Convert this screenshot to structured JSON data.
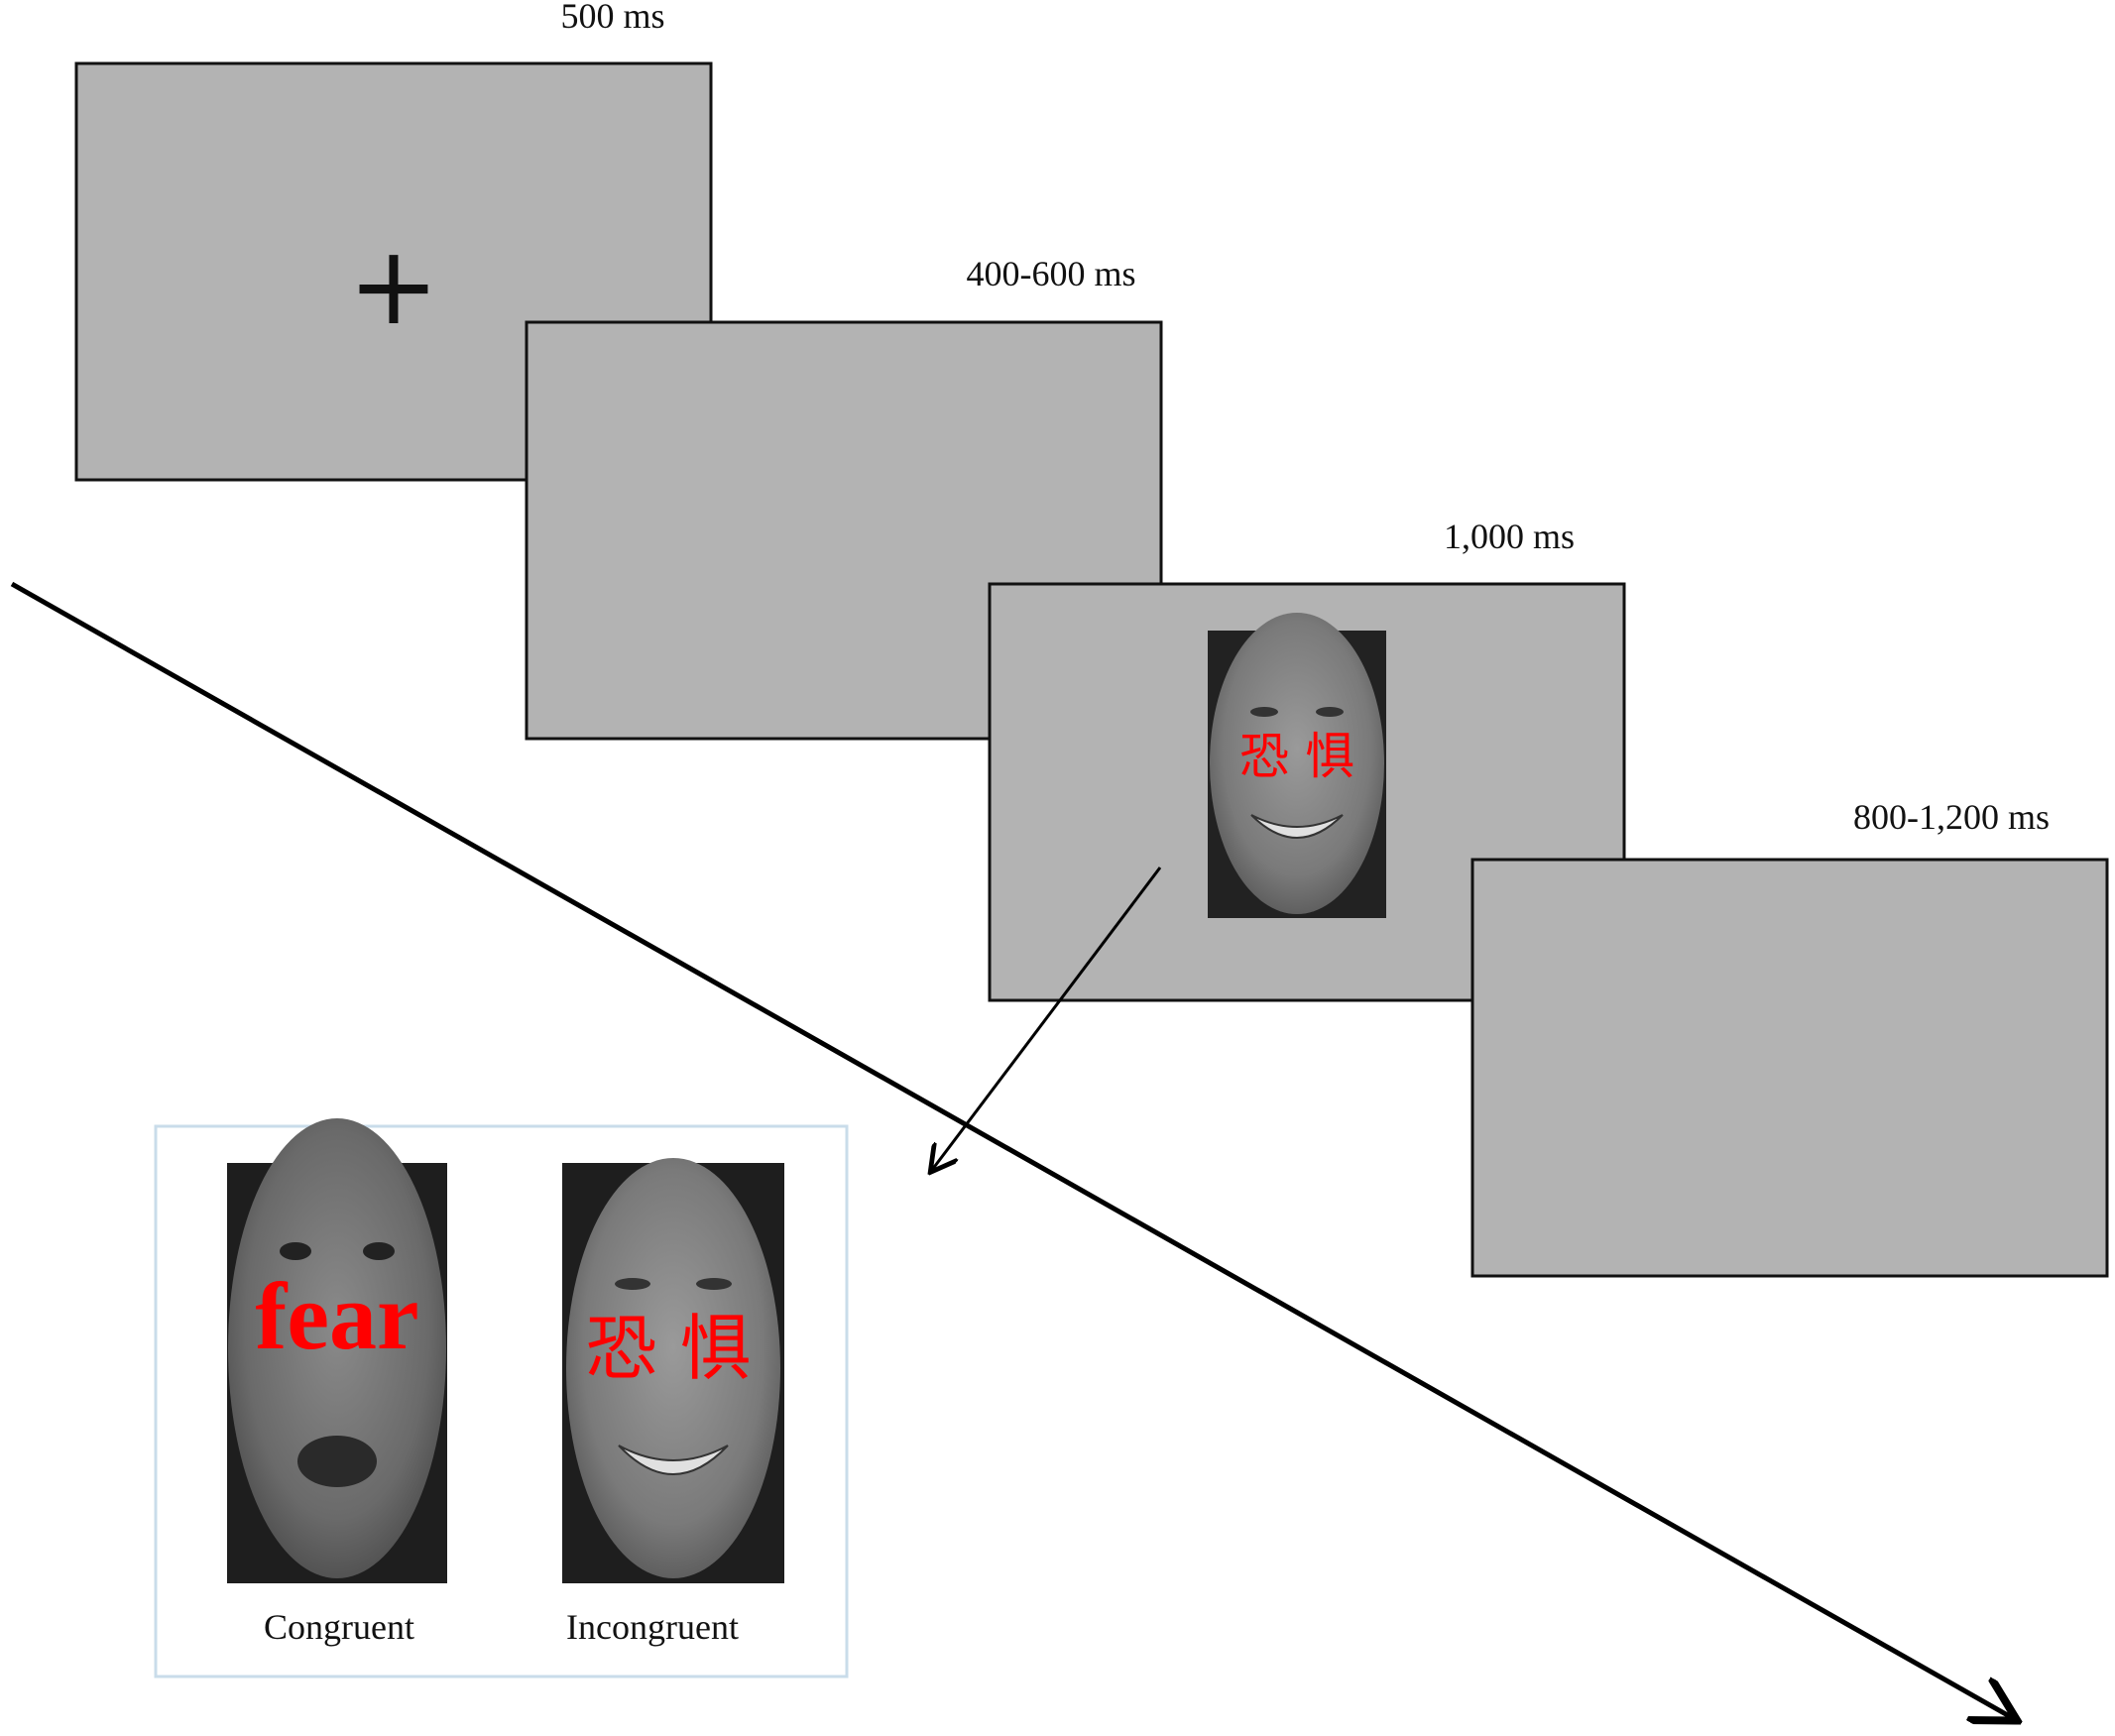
{
  "sequence": {
    "screens": [
      {
        "duration": "500 ms",
        "content": "+"
      },
      {
        "duration": "400-600 ms",
        "content": ""
      },
      {
        "duration": "1,000 ms",
        "word": "恐 惧"
      },
      {
        "duration": "800-1,200 ms",
        "content": ""
      }
    ]
  },
  "examples": {
    "congruent": {
      "word": "fear",
      "label": "Congruent"
    },
    "incongruent": {
      "word": "恐 惧",
      "label": "Incongruent"
    }
  },
  "colors": {
    "screen_fill": "#b3b3b3",
    "word_color": "#ff0000",
    "panel_border": "#c9dcea"
  }
}
